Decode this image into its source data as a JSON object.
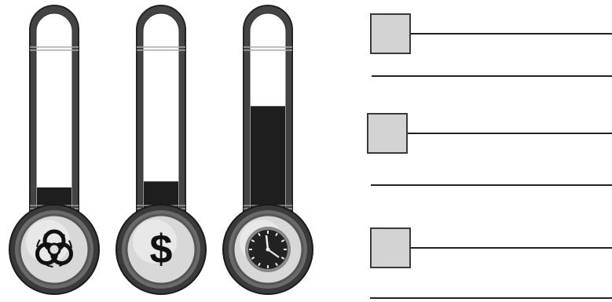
{
  "gauges": [
    {
      "id": "biohazard",
      "icon": "biohazard-icon",
      "level": 0.12
    },
    {
      "id": "money",
      "icon": "dollar-icon",
      "level": 0.16
    },
    {
      "id": "time",
      "icon": "clock-icon",
      "level": 0.66
    }
  ],
  "legend": {
    "items": [
      {
        "label": "",
        "swatch_color": "#d3d3d3"
      },
      {
        "label": "",
        "swatch_color": "#d3d3d3"
      },
      {
        "label": "",
        "swatch_color": "#d3d3d3"
      }
    ]
  },
  "colors": {
    "tube_frame": "#555555",
    "fill": "#1e1e1e",
    "swatch": "#d3d3d3",
    "line": "#222222"
  }
}
